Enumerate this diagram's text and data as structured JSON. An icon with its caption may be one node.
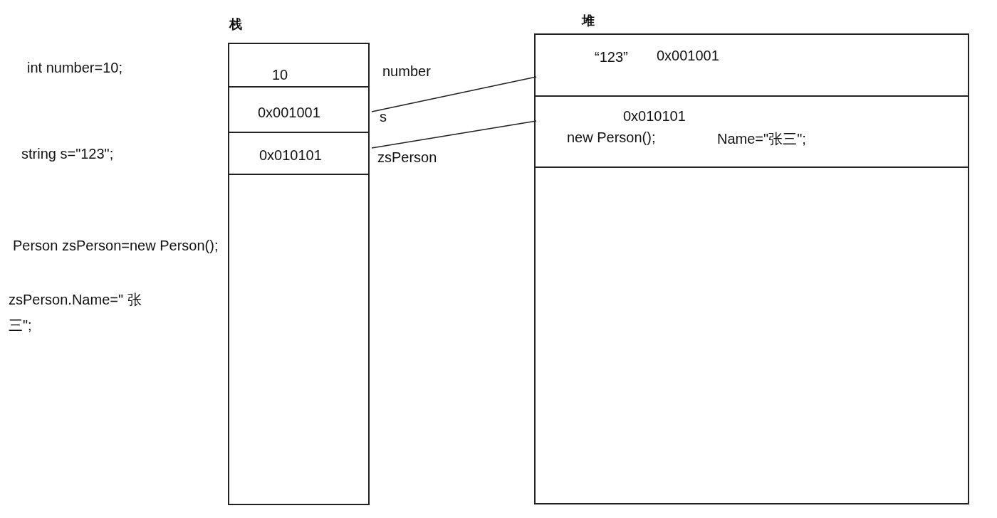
{
  "diagram": {
    "nodes": [
      {
        "text": [
          "栈"
        ]
      },
      {
        "text": [
          "10"
        ],
        "in": 0,
        "beside": [
          "number"
        ]
      },
      {
        "text": [
          "0x001001"
        ],
        "in": 0,
        "beside": [
          "s"
        ]
      },
      {
        "text": [
          "0x010101"
        ],
        "in": 0,
        "beside": [
          "zsPerson"
        ]
      },
      {
        "text": [
          "堆"
        ]
      },
      {
        "text": [
          "“123”",
          "0x001001"
        ],
        "in": 4
      },
      {
        "text": [
          "0x010101",
          "new Person();",
          "Name=\"张三\";"
        ],
        "in": 4
      }
    ],
    "edges": [
      {
        "from": 2,
        "to": 5,
        "arrow": "none"
      },
      {
        "from": 3,
        "to": 6,
        "arrow": "none"
      }
    ],
    "labels": [
      "int number=10;",
      "string s=\"123\";",
      "Person zsPerson=new Person();",
      "zsPerson.Name=\" 张三\";"
    ]
  }
}
